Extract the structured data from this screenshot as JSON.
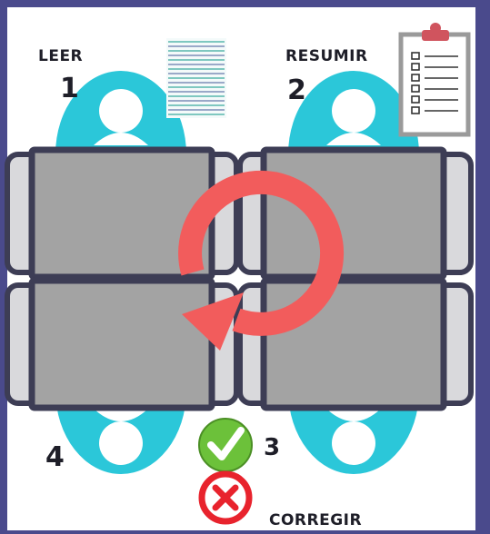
{
  "labels": {
    "read": "LEER",
    "summarize": "RESUMIR",
    "correct": "CORREGIR"
  },
  "numbers": {
    "seat1": "1",
    "seat2": "2",
    "seat3": "3",
    "seat4": "4"
  },
  "colors": {
    "border": "#4a4a8c",
    "background": "#ffffff",
    "person": "#2bc7d9",
    "desk": "#a3a3a3",
    "chair": "#d9d9dc",
    "outline": "#3d3d55",
    "arrow": "#f25c5c",
    "check": "#6cc13a",
    "cross": "#e8232d"
  },
  "icons": [
    "text-document-icon",
    "clipboard-checklist-icon",
    "rotation-arrow-icon",
    "check-icon",
    "cross-icon"
  ]
}
